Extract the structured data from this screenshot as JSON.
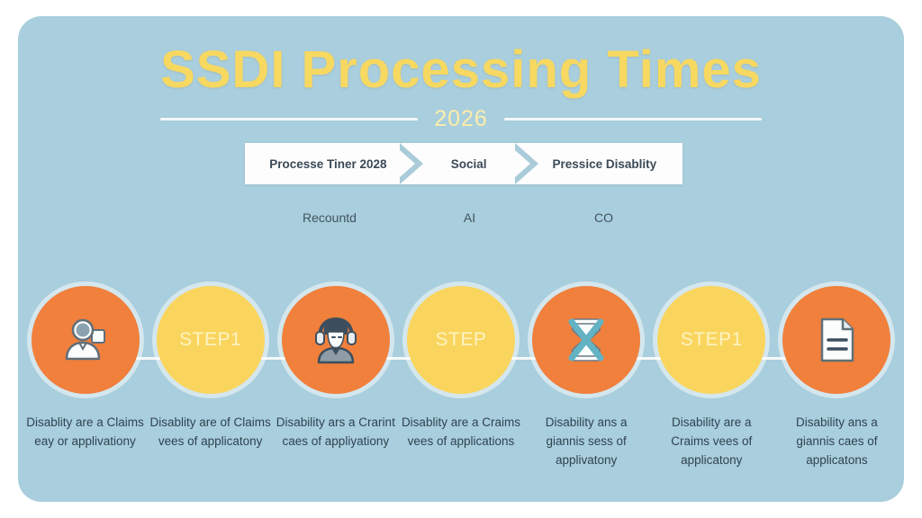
{
  "header": {
    "title": "SSDI Processing Times",
    "subtitle": "2026"
  },
  "banner": {
    "segments": [
      {
        "label": "Processe Tiner 2028"
      },
      {
        "label": "Social"
      },
      {
        "label": "Pressice Disablity"
      }
    ],
    "sublabels": [
      {
        "label": "Recountd"
      },
      {
        "label": "AI"
      },
      {
        "label": "CO"
      }
    ]
  },
  "steps": [
    {
      "circle_color": "#f0803c",
      "circle_kind": "orange",
      "icon": "user-avatar-icon",
      "step_label": "",
      "caption": "Disablity are a Claims eay or applivationy"
    },
    {
      "circle_color": "#fad55e",
      "circle_kind": "yellow",
      "icon": "",
      "step_label": "STEP1",
      "caption": "Disablity are of Claims vees of applicatony"
    },
    {
      "circle_color": "#f0803c",
      "circle_kind": "orange",
      "icon": "headset-support-icon",
      "step_label": "",
      "caption": "Disability ars a Crarint caes of appliyationy"
    },
    {
      "circle_color": "#fad55e",
      "circle_kind": "yellow",
      "icon": "",
      "step_label": "STEP",
      "caption": "Disablity are a Craims vees of applications"
    },
    {
      "circle_color": "#f0803c",
      "circle_kind": "orange",
      "icon": "hourglass-icon",
      "step_label": "",
      "caption": "Disability ans a giannis sess of applivatony"
    },
    {
      "circle_color": "#fad55e",
      "circle_kind": "yellow",
      "icon": "",
      "step_label": "STEP1",
      "caption": "Disability are a Craims vees of applicatony"
    },
    {
      "circle_color": "#f0803c",
      "circle_kind": "orange",
      "icon": "document-icon",
      "step_label": "",
      "caption": "Disability ans a giannis caes of applicatons"
    }
  ],
  "colors": {
    "card_background": "#a9cedd",
    "title_yellow": "#f7d861",
    "orange": "#f0803c",
    "yellow": "#fad55e",
    "caption_text": "#2f4350",
    "banner_background": "#fdfdfd",
    "chevron": "#aacbd9"
  }
}
